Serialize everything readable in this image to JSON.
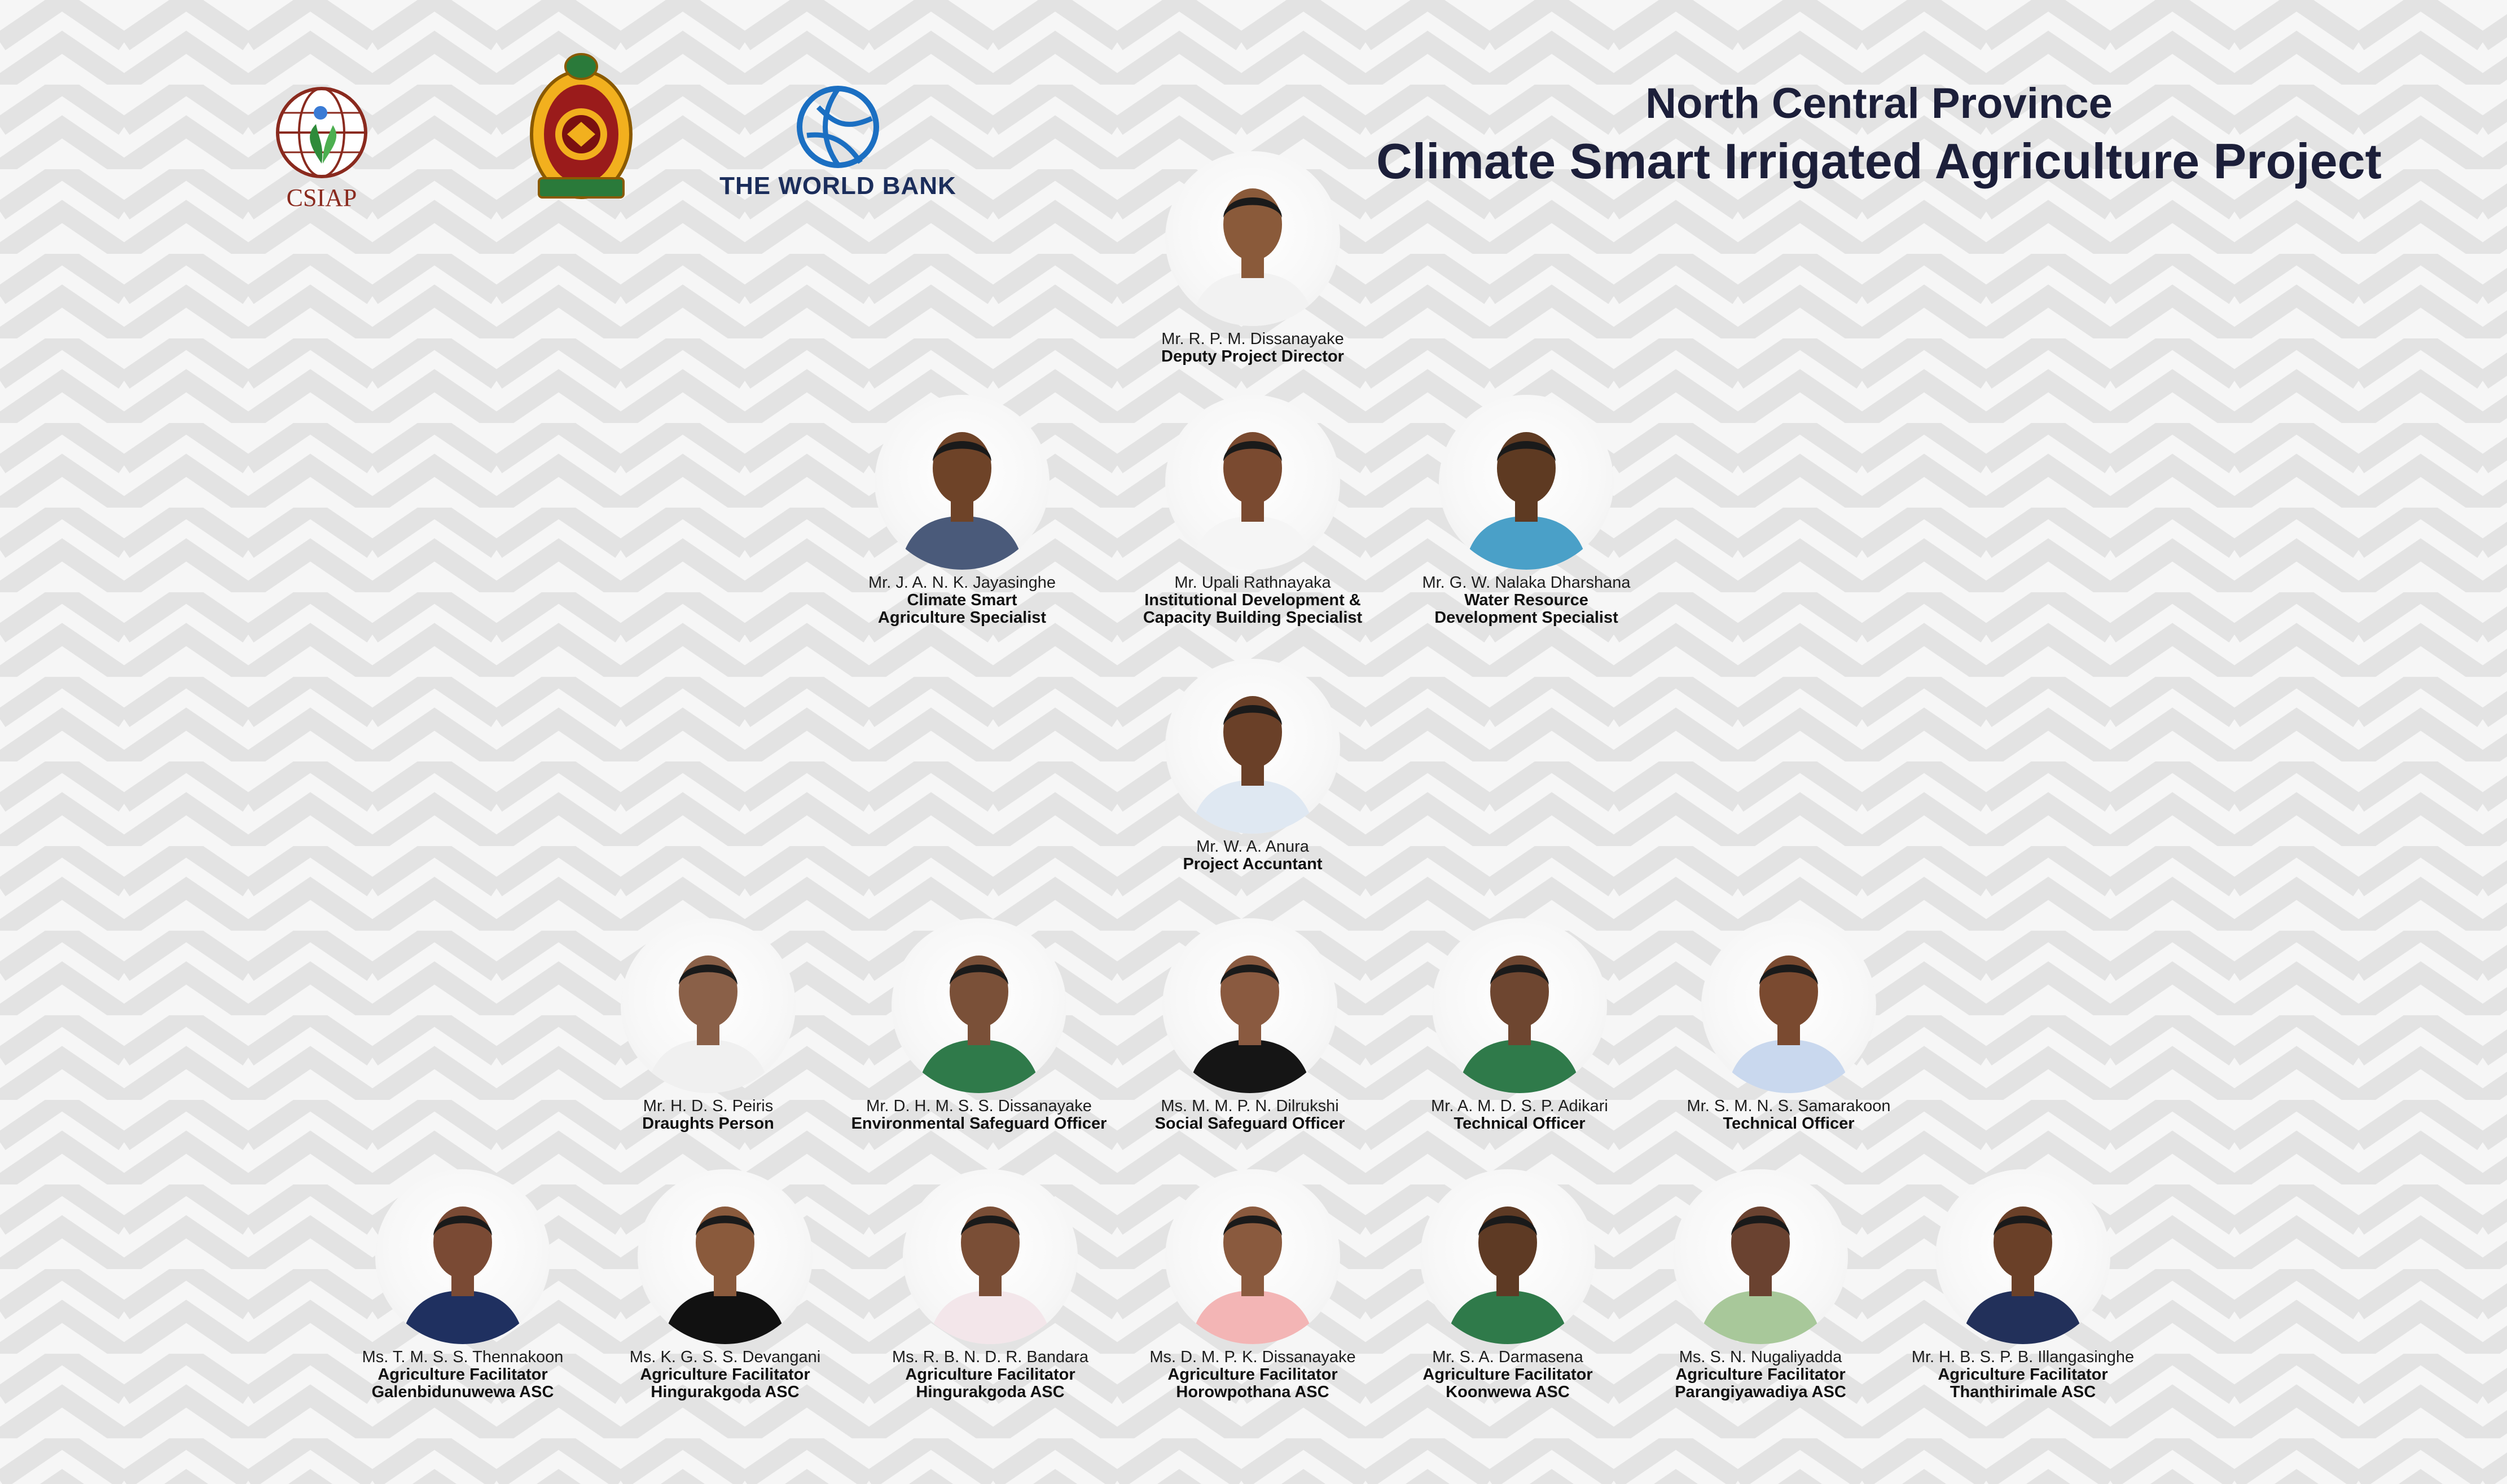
{
  "header": {
    "title_line1": "North Central Province",
    "title_line2": "Climate Smart Irrigated Agriculture Project"
  },
  "logos": {
    "csiap_label": "CSIAP",
    "world_bank_label": "THE WORLD BANK"
  },
  "members": [
    {
      "name": "Mr. R. P. M. Dissanayake",
      "role": "Deputy Project Director"
    },
    {
      "name": "Mr. J. A. N. K. Jayasinghe",
      "role": "Climate Smart\nAgriculture Specialist"
    },
    {
      "name": "Mr. Upali Rathnayaka",
      "role": "Institutional Development &\nCapacity Building Specialist"
    },
    {
      "name": "Mr. G. W. Nalaka Dharshana",
      "role": "Water Resource\nDevelopment Specialist"
    },
    {
      "name": "Mr. W. A. Anura",
      "role": "Project Accuntant"
    },
    {
      "name": "Mr. H. D. S. Peiris",
      "role": "Draughts Person"
    },
    {
      "name": "Mr. D. H. M. S. S. Dissanayake",
      "role": "Environmental Safeguard Officer"
    },
    {
      "name": "Ms. M. M. P. N. Dilrukshi",
      "role": "Social Safeguard Officer"
    },
    {
      "name": "Mr. A. M. D. S. P. Adikari",
      "role": "Technical Officer"
    },
    {
      "name": "Mr. S. M. N. S. Samarakoon",
      "role": "Technical Officer"
    },
    {
      "name": "Ms. T. M. S. S. Thennakoon",
      "role": "Agriculture Facilitator\nGalenbidunuwewa ASC"
    },
    {
      "name": "Ms. K. G. S. S. Devangani",
      "role": "Agriculture Facilitator\nHingurakgoda ASC"
    },
    {
      "name": "Ms. R. B. N. D. R. Bandara",
      "role": "Agriculture Facilitator\nHingurakgoda ASC"
    },
    {
      "name": "Ms. D. M. P. K. Dissanayake",
      "role": "Agriculture Facilitator\nHorowpothana ASC"
    },
    {
      "name": "Mr. S. A. Darmasena",
      "role": "Agriculture Facilitator\nKoonwewa ASC"
    },
    {
      "name": "Ms. S. N. Nugaliyadda",
      "role": "Agriculture Facilitator\nParangiyawadiya ASC"
    },
    {
      "name": "Mr. H. B. S. P. B. Illangasinghe",
      "role": "Agriculture Facilitator\nThanthirimale ASC"
    }
  ]
}
